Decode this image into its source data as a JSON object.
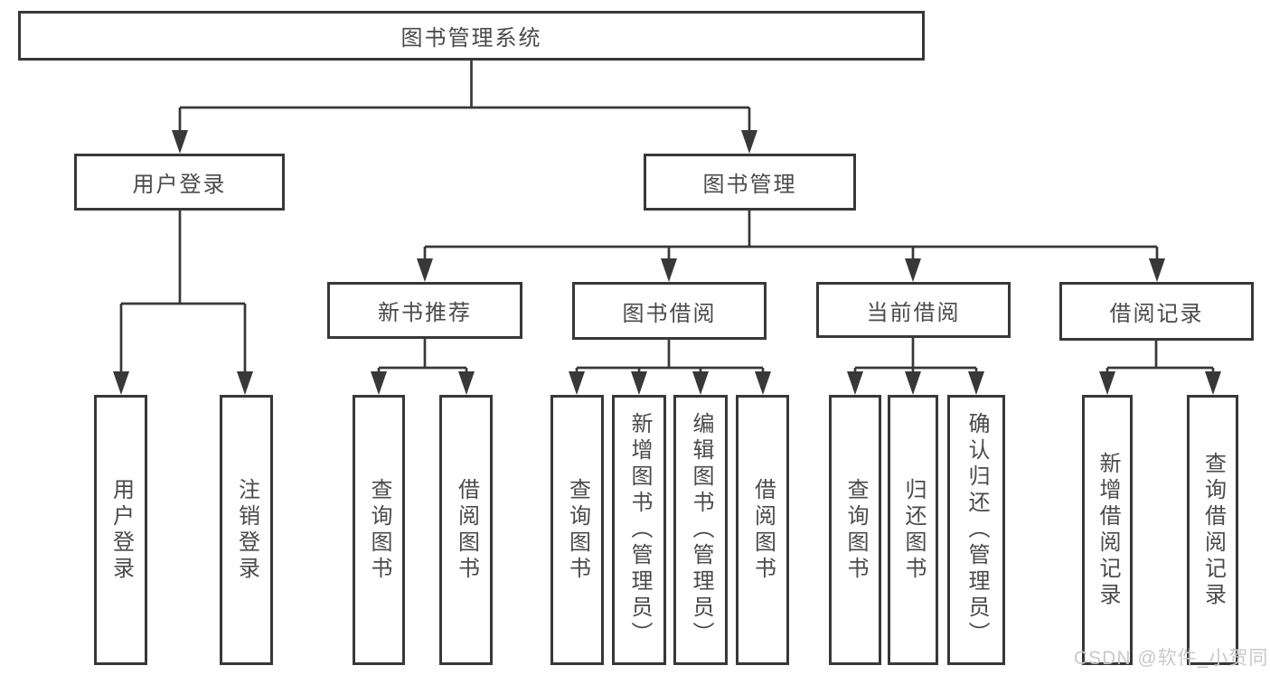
{
  "diagram": {
    "root_label": "图书管理系统",
    "level2": {
      "user_login": {
        "label": "用户登录",
        "children": {
          "login": "用户登录",
          "logout": "注销登录"
        }
      },
      "book_management": {
        "label": "图书管理"
      }
    },
    "level3": {
      "new_book_recommend": {
        "label": "新书推荐",
        "children": {
          "query_book": "查询图书",
          "borrow_book": "借阅图书"
        }
      },
      "book_borrowing": {
        "label": "图书借阅",
        "children": {
          "query_book": "查询图书",
          "add_book_admin": "新增图书（管理员）",
          "edit_book_admin": "编辑图书（管理员）",
          "borrow_book": "借阅图书"
        }
      },
      "current_borrowing": {
        "label": "当前借阅",
        "children": {
          "query_book": "查询图书",
          "return_book": "归还图书",
          "confirm_return_admin": "确认归还（管理员）"
        }
      },
      "borrowing_records": {
        "label": "借阅记录",
        "children": {
          "add_record": "新增借阅记录",
          "query_record": "查询借阅记录"
        }
      }
    },
    "colors": {
      "line": "#383838",
      "text": "#4a4a4a",
      "watermark": "#c9c9c9",
      "bg": "#ffffff",
      "box_fill": "#ffffff"
    }
  },
  "watermark": "CSDN @软件_小贺同学"
}
